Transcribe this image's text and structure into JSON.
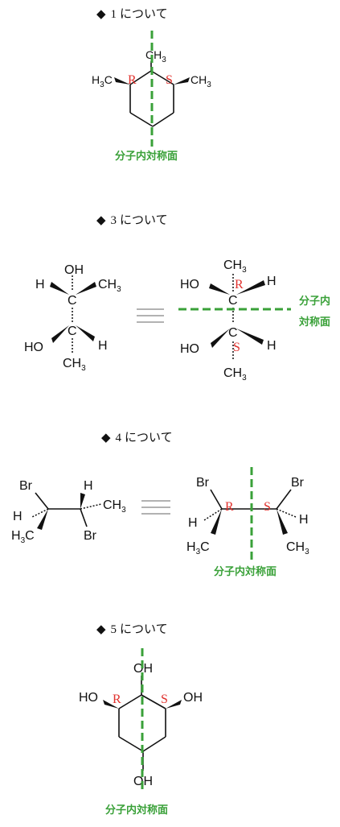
{
  "headings": [
    {
      "marker": "◆",
      "num": "1",
      "text": "について"
    },
    {
      "marker": "◆",
      "num": "3",
      "text": "について"
    },
    {
      "marker": "◆",
      "num": "4",
      "text": "について"
    },
    {
      "marker": "◆",
      "num": "5",
      "text": "について"
    }
  ],
  "atoms": {
    "ch3": "CH",
    "h3c": "H",
    "three": "3",
    "c": "C",
    "h": "H",
    "oh": "OH",
    "ho": "HO",
    "br": "Br"
  },
  "stereo": {
    "r": "R",
    "s": "S"
  },
  "mirror_plane": {
    "full": "分子内対称面",
    "line1": "分子内",
    "line2": "対称面"
  },
  "colors": {
    "stereo": "#e0312d",
    "mirror": "#3aa139",
    "bond": "#111111"
  }
}
